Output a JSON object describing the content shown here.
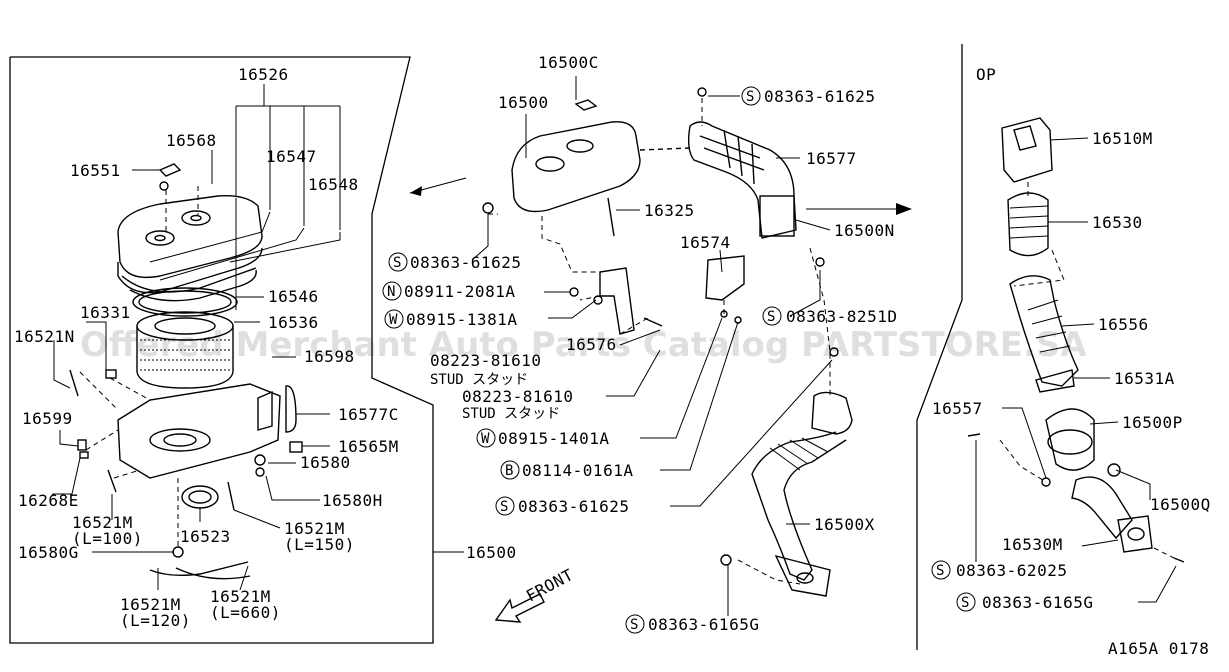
{
  "diagram_code": "A165A 0178",
  "option_mark": "OP",
  "watermark": "Offered Merchant Auto Parts Catalog PARTSTORE.SA",
  "front_label": "FRONT",
  "left_box": {
    "assembly": "16500",
    "parts": {
      "p16526": "16526",
      "p16568": "16568",
      "p16547": "16547",
      "p16551": "16551",
      "p16548": "16548",
      "p16546": "16546",
      "p16331": "16331",
      "p16536": "16536",
      "p16521n": "16521N",
      "p16598": "16598",
      "p16599": "16599",
      "p16577c": "16577C",
      "p16565m": "16565M",
      "p16580": "16580",
      "p16268e": "16268E",
      "p16580h": "16580H",
      "p16521m_100": "16521M",
      "p16521m_100_len": "(L=100)",
      "p16523": "16523",
      "p16521m_150": "16521M",
      "p16521m_150_len": "(L=150)",
      "p16580g": "16580G",
      "p16521m_120": "16521M",
      "p16521m_120_len": "(L=120)",
      "p16521m_660": "16521M",
      "p16521m_660_len": "(L=660)"
    }
  },
  "center": {
    "p16500c": "16500C",
    "p16500": "16500",
    "p16325": "16325",
    "s_top": "08363-61625",
    "p16577": "16577",
    "p16500n": "16500N",
    "p16574": "16574",
    "s_left": "08363-61625",
    "n_08911": "08911-2081A",
    "w_08915_1381": "08915-1381A",
    "s_08363_8251": "08363-8251D",
    "p16576": "16576",
    "stud1": "08223-81610",
    "stud1_text": "STUD スタッド",
    "stud2": "08223-81610",
    "stud2_text": "STUD スタッド",
    "w_08915_1401": "08915-1401A",
    "b_08114": "08114-0161A",
    "s_bottom": "08363-61625",
    "p16500x": "16500X",
    "s_6165g": "08363-6165G"
  },
  "option": {
    "p16510m": "16510M",
    "p16530": "16530",
    "p16556": "16556",
    "p16531a": "16531A",
    "p16557": "16557",
    "p16500p": "16500P",
    "p16500q": "16500Q",
    "p16530m": "16530M",
    "s_62025": "08363-62025",
    "s_6165g": "08363-6165G"
  },
  "circle_marks": {
    "S": "S",
    "N": "N",
    "W": "W",
    "B": "B"
  }
}
